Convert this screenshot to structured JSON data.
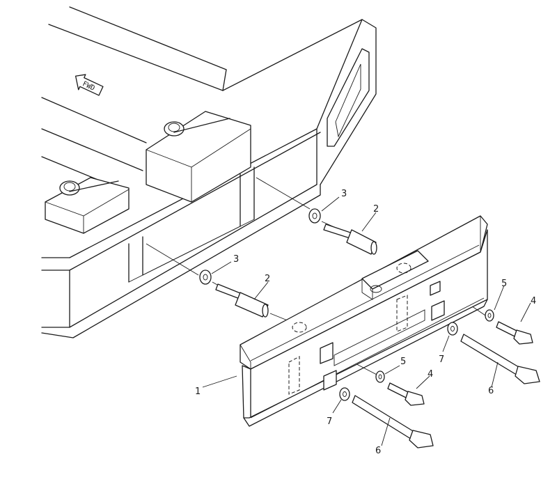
{
  "diagram": {
    "direction_marker": {
      "text": "FWD",
      "icon": "forward-arrow-icon"
    },
    "callouts": [
      {
        "id": "callout-1",
        "label": "1"
      },
      {
        "id": "callout-2a",
        "label": "2"
      },
      {
        "id": "callout-2b",
        "label": "2"
      },
      {
        "id": "callout-3a",
        "label": "3"
      },
      {
        "id": "callout-3b",
        "label": "3"
      },
      {
        "id": "callout-4a",
        "label": "4"
      },
      {
        "id": "callout-4b",
        "label": "4"
      },
      {
        "id": "callout-5a",
        "label": "5"
      },
      {
        "id": "callout-5b",
        "label": "5"
      },
      {
        "id": "callout-6a",
        "label": "6"
      },
      {
        "id": "callout-6b",
        "label": "6"
      },
      {
        "id": "callout-7a",
        "label": "7"
      },
      {
        "id": "callout-7b",
        "label": "7"
      }
    ]
  }
}
